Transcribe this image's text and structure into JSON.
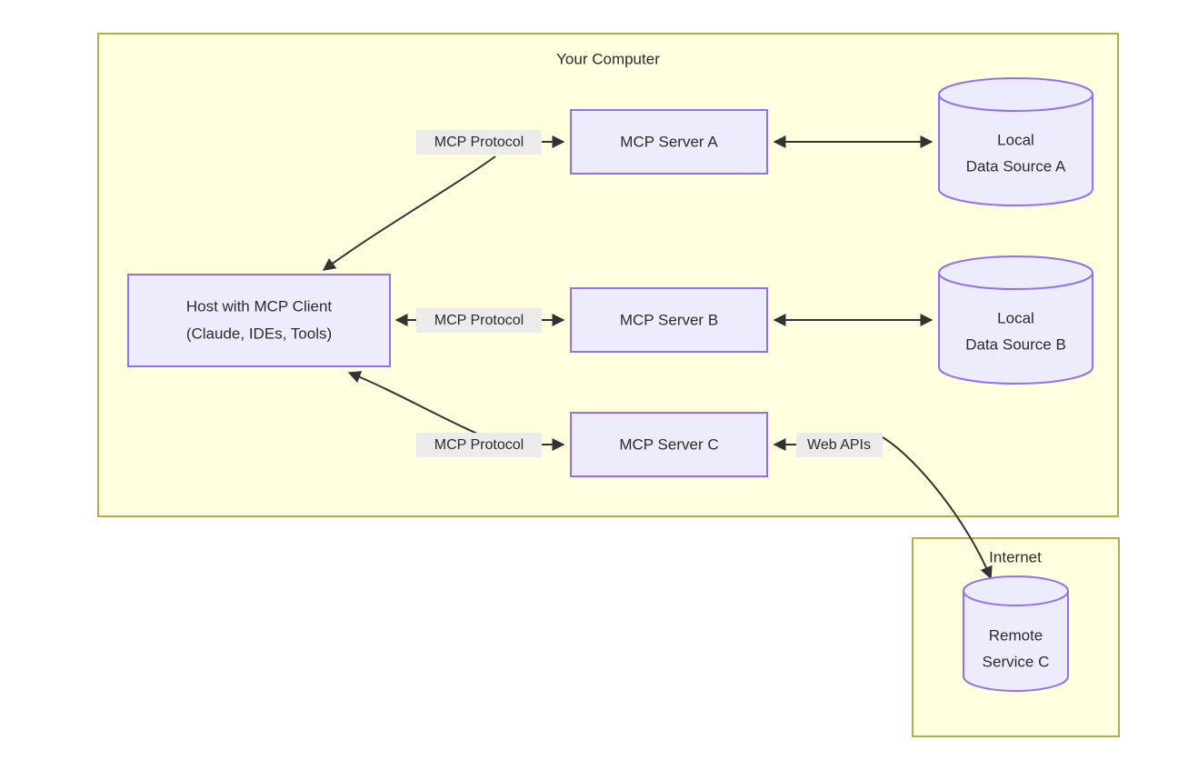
{
  "diagram": {
    "type": "architecture-flowchart",
    "title_visible": false,
    "background_color": "#ffffff",
    "group_fill": "#ffffe0",
    "group_stroke": "#aeae4a",
    "node_fill": "#ececfd",
    "node_stroke": "#9370f0",
    "edge_color": "#333333",
    "edge_label_bg": "#ebebeb",
    "text_color": "#2b2b2b"
  },
  "groups": {
    "your_computer": {
      "label": "Your Computer"
    },
    "internet": {
      "label": "Internet"
    }
  },
  "nodes": {
    "host": {
      "line1": "Host with MCP Client",
      "line2": "(Claude, IDEs, Tools)"
    },
    "server_a": {
      "label": "MCP Server A"
    },
    "server_b": {
      "label": "MCP Server B"
    },
    "server_c": {
      "label": "MCP Server C"
    },
    "data_source_a": {
      "line1": "Local",
      "line2": "Data Source A"
    },
    "data_source_b": {
      "line1": "Local",
      "line2": "Data Source B"
    },
    "remote_service_c": {
      "line1": "Remote",
      "line2": "Service C"
    }
  },
  "edges": {
    "host_server_a": {
      "label": "MCP Protocol"
    },
    "host_server_b": {
      "label": "MCP Protocol"
    },
    "host_server_c": {
      "label": "MCP Protocol"
    },
    "server_c_remote": {
      "label": "Web APIs"
    },
    "server_a_data_a": {
      "label": ""
    },
    "server_b_data_b": {
      "label": ""
    }
  }
}
